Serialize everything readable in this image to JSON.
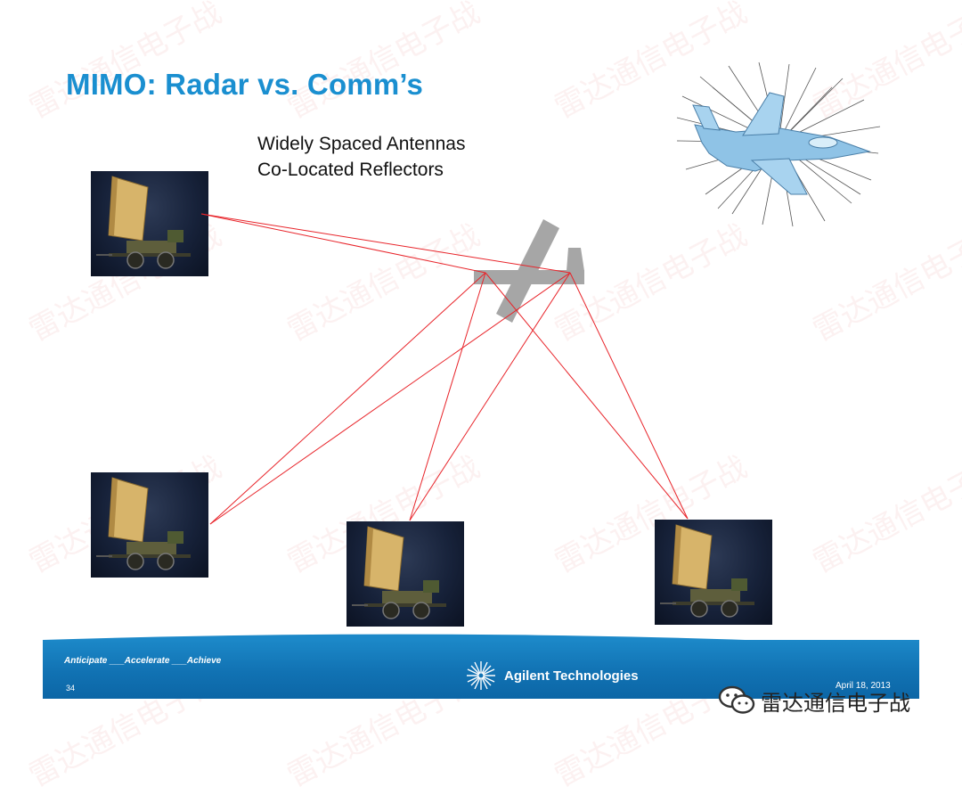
{
  "slide": {
    "title": "MIMO:  Radar vs. Comm’s",
    "subtitle_lines": [
      "Widely Spaced Antennas",
      "Co-Located Reflectors"
    ]
  },
  "footer": {
    "tagline": "Anticipate ___Accelerate ___Achieve",
    "page_number": "34",
    "company": "Agilent Technologies",
    "date": "April 18, 2013"
  },
  "watermark": {
    "text": "雷达通信电子战"
  },
  "wechat": {
    "account_name": "雷达通信电子战",
    "icon": "wechat-icon"
  },
  "colors": {
    "title_blue": "#1a8fd0",
    "footer_blue": "#1172b3",
    "signal_red": "#e8242a",
    "target_gray": "#a6a6a6",
    "jet_blue": "#8fc3e6"
  },
  "icons": {
    "radar": "radar-trailer-icon",
    "uav": "uav-target-icon",
    "jet": "fighter-jet-icon",
    "agilent": "agilent-spark-icon"
  }
}
